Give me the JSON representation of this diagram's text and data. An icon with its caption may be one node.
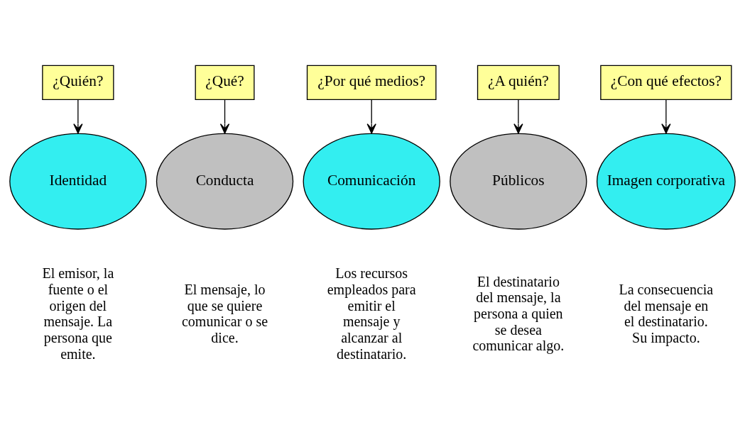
{
  "diagram": {
    "nodes": [
      {
        "text": [
          "¿Quién?"
        ]
      },
      {
        "text": [
          "¿Qué?"
        ]
      },
      {
        "text": [
          "¿Por qué medios?"
        ]
      },
      {
        "text": [
          "¿A quién?"
        ]
      },
      {
        "text": [
          "¿Con qué efectos?"
        ]
      },
      {
        "text": [
          "Identidad"
        ],
        "beside": [
          "El emisor, la fuente o el origen del mensaje. La persona que emite."
        ]
      },
      {
        "text": [
          "Conducta"
        ],
        "beside": [
          "El mensaje, lo que se quiere comunicar o se dice."
        ]
      },
      {
        "text": [
          "Comunicación"
        ],
        "beside": [
          "Los recursos empleados para emitir el mensaje y alcanzar al destinatario."
        ]
      },
      {
        "text": [
          "Públicos"
        ],
        "beside": [
          "El destinatario del mensaje, la persona a quien se desea comunicar algo."
        ]
      },
      {
        "text": [
          "Imagen corporativa"
        ],
        "beside": [
          "La consecuencia del mensaje en el destinatario. Su impacto."
        ]
      }
    ],
    "edges": [
      {
        "from": 0,
        "to": 5,
        "arrow": "to"
      },
      {
        "from": 1,
        "to": 6,
        "arrow": "to"
      },
      {
        "from": 2,
        "to": 7,
        "arrow": "to"
      },
      {
        "from": 3,
        "to": 8,
        "arrow": "to"
      },
      {
        "from": 4,
        "to": 9,
        "arrow": "to"
      }
    ]
  }
}
